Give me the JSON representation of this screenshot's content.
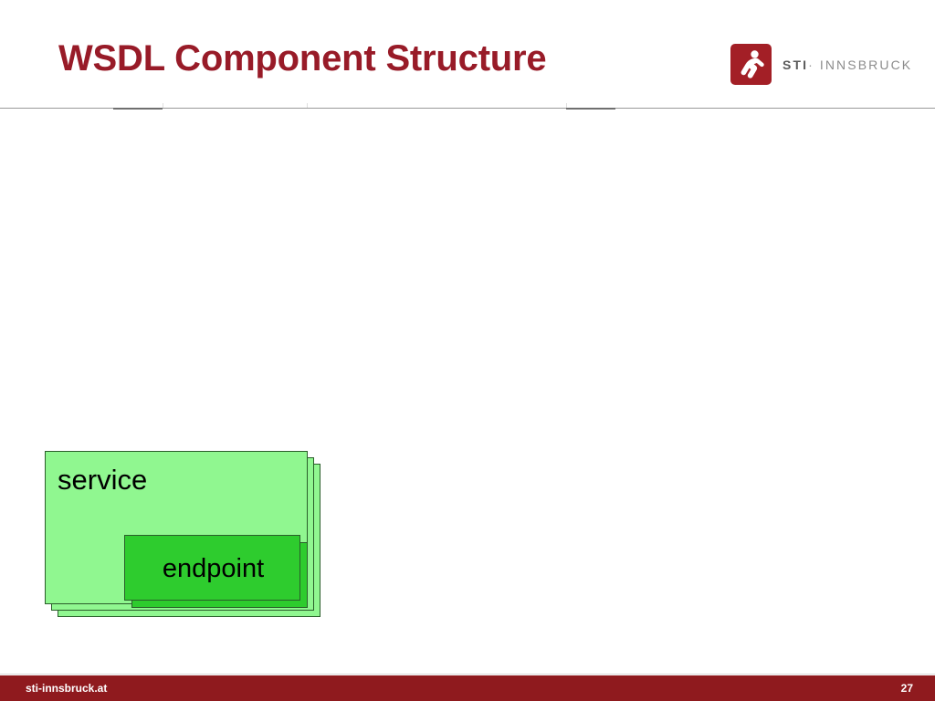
{
  "slide": {
    "title": "WSDL Component Structure",
    "background_color": "#ffffff",
    "title_color": "#981B28"
  },
  "logo": {
    "mark_name": "sti-running-figure-icon",
    "mark_color": "#A31F26",
    "primary_text": "STI",
    "separator": "·",
    "secondary_text": "INNSBRUCK"
  },
  "diagram": {
    "type": "nested-stacked-boxes",
    "boxes": [
      {
        "label": "service",
        "layers": 3,
        "fill": "#90F790",
        "border": "#2a5d2a",
        "label_position": "top-left"
      },
      {
        "label": "endpoint",
        "layers": 2,
        "fill": "#2ECC2E",
        "border": "#2a5d2a",
        "label_position": "center"
      }
    ]
  },
  "footer": {
    "site": "sti-innsbruck.at",
    "page_number": "27",
    "bar_color": "#8F1A1E"
  }
}
